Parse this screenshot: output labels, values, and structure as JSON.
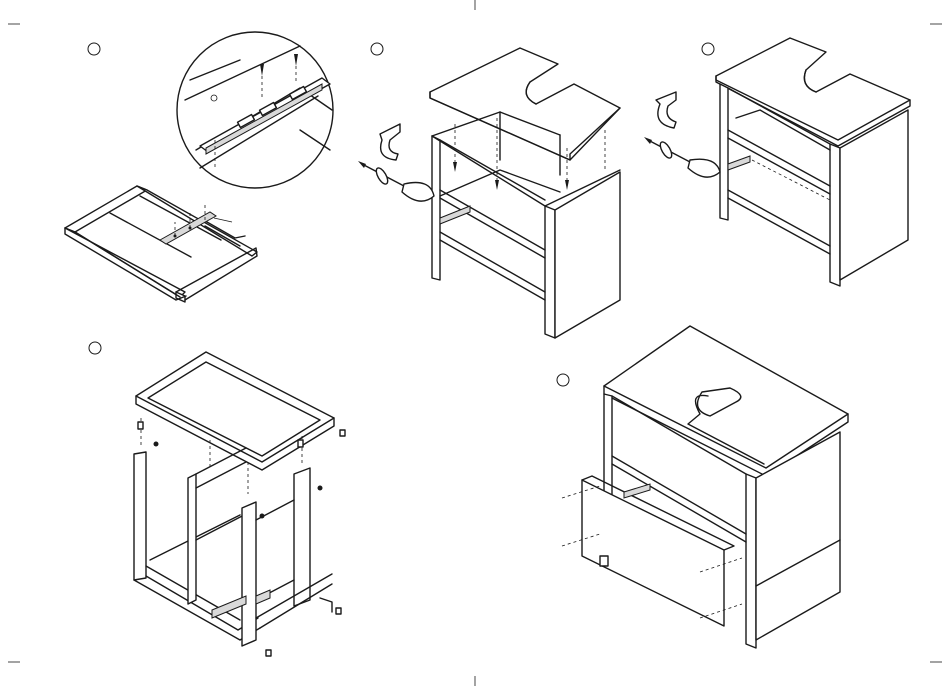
{
  "page": {
    "background": "#ffffff",
    "line_color": "#1a1a1a"
  },
  "steps": [
    {
      "id": "step-a",
      "label": "",
      "icon": "step-circle"
    },
    {
      "id": "step-b",
      "label": "",
      "icon": "step-circle"
    },
    {
      "id": "step-c",
      "label": "",
      "icon": "step-circle"
    },
    {
      "id": "step-d",
      "label": "",
      "icon": "step-circle"
    },
    {
      "id": "step-e",
      "label": "",
      "icon": "step-circle"
    }
  ],
  "icons": [
    "screwdriver-icon",
    "rotate-arrow-icon",
    "screw-icon",
    "drawer-slide-icon",
    "magnifier-callout-icon"
  ]
}
